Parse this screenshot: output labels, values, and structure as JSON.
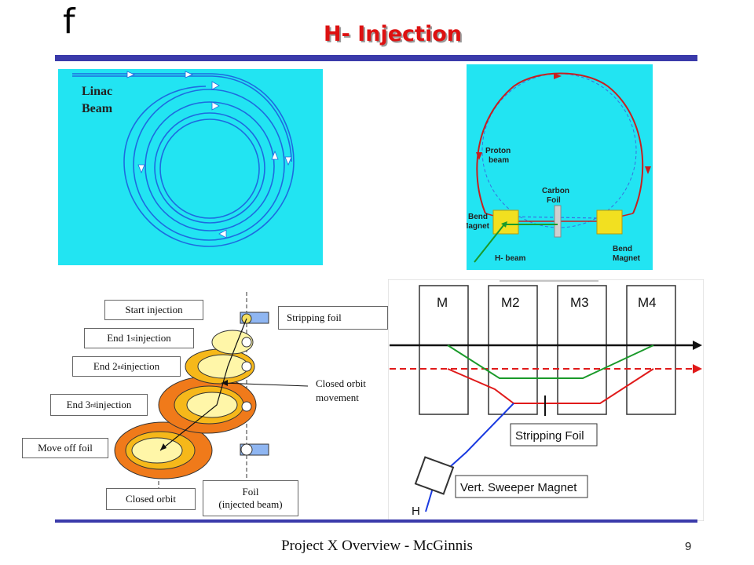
{
  "slide": {
    "logo": "f",
    "title": "H- Injection",
    "footer": "Project X Overview - McGinnis",
    "page_number": "9"
  },
  "linac_panel": {
    "label_line1": "Linac",
    "label_line2": "Beam",
    "colors": {
      "background": "#22e4f2",
      "orbit": "#1d6be0"
    }
  },
  "booster_panel": {
    "proton_beam_line1": "Proton",
    "proton_beam_line2": "beam",
    "carbon_foil_line1": "Carbon",
    "carbon_foil_line2": "Foil",
    "bend_magnet_left_line1": "Bend",
    "bend_magnet_left_line2": "Magnet",
    "bend_magnet_right_line1": "Bend",
    "bend_magnet_right_line2": "Magnet",
    "h_beam": "H- beam",
    "colors": {
      "background": "#22e4f2",
      "proton": "#c62020",
      "h_beam": "#1a9a2a",
      "magnet": "#f2e020"
    }
  },
  "painting_panel": {
    "start_injection": "Start injection",
    "end_1": "End 1",
    "end_1_sup": "st",
    "end_2": "End 2",
    "end_2_sup": "nd",
    "end_3": "End 3",
    "end_3_sup": "rd",
    "injection_word": " injection",
    "move_off_foil": "Move off foil",
    "closed_orbit": "Closed orbit",
    "foil_line1": "Foil",
    "foil_line2": "(injected beam)",
    "stripping_foil": "Stripping  foil",
    "closed_orbit_movement_line1": "Closed orbit",
    "closed_orbit_movement_line2": "movement"
  },
  "magnet_panel": {
    "magnets": [
      "M",
      "M2",
      "M3",
      "M4"
    ],
    "stripping_foil": "Stripping Foil",
    "vert_sweeper": "Vert. Sweeper Magnet",
    "h_label": "H"
  }
}
